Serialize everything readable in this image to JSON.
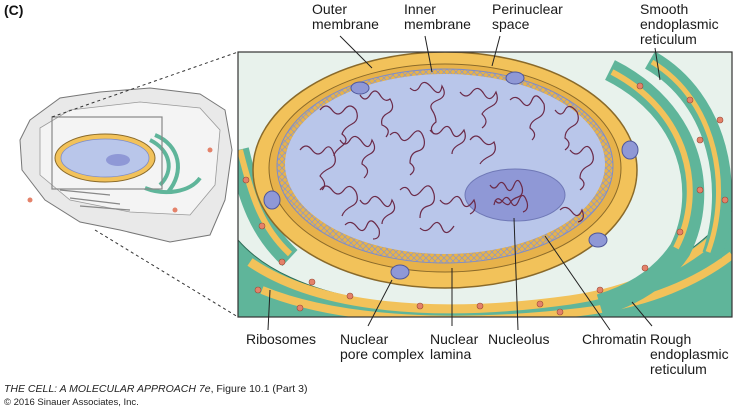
{
  "panel_label": "(C)",
  "labels": {
    "outer_membrane": "Outer\nmembrane",
    "inner_membrane": "Inner\nmembrane",
    "perinuclear_space": "Perinuclear\nspace",
    "smooth_er": "Smooth\nendoplasmic\nreticulum",
    "ribosomes": "Ribosomes",
    "nuclear_pore_complex": "Nuclear\npore complex",
    "nuclear_lamina": "Nuclear\nlamina",
    "nucleolus": "Nucleolus",
    "chromatin": "Chromatin",
    "rough_er": "Rough\nendoplasmic\nreticulum"
  },
  "credit": {
    "book": "THE CELL: A MOLECULAR APPROACH 7e",
    "figure": ", Figure 10.1 (Part 3)",
    "copyright": "© 2016 Sinauer Associates, Inc."
  },
  "colors": {
    "membrane_yellow": "#f2c25a",
    "nucleoplasm": "#b9c6ea",
    "er_green": "#5fb59a",
    "pore_blue": "#8f98d6",
    "ribosome": "#e4826a",
    "chromatin": "#6b2a48"
  }
}
